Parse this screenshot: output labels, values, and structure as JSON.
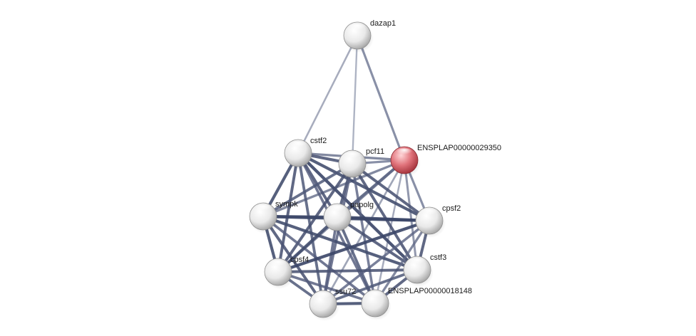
{
  "network": {
    "colors": {
      "background": "#ffffff",
      "node_default": "#f2f2f2",
      "node_query": "#d9484f",
      "label_text": "#1a1a1a",
      "edge_strong": "#2f3a5e",
      "edge_weak": "#aab0c4"
    },
    "nodes": [
      {
        "id": "dazap1",
        "label": "dazap1",
        "query": false
      },
      {
        "id": "cstf2",
        "label": "cstf2",
        "query": false
      },
      {
        "id": "pcf11",
        "label": "pcf11",
        "query": false
      },
      {
        "id": "ensplap29350",
        "label": "ENSPLAP00000029350",
        "query": true
      },
      {
        "id": "sympk",
        "label": "sympk",
        "query": false
      },
      {
        "id": "papolg",
        "label": "papolg",
        "query": false
      },
      {
        "id": "cpsf2",
        "label": "cpsf2",
        "query": false
      },
      {
        "id": "cpsf4",
        "label": "cpsf4",
        "query": false
      },
      {
        "id": "cstf3",
        "label": "cstf3",
        "query": false
      },
      {
        "id": "ssu72",
        "label": "ssu72",
        "query": false
      },
      {
        "id": "ensplap18148",
        "label": "ENSPLAP00000018148",
        "query": false
      }
    ],
    "edges": [
      {
        "source": "dazap1",
        "target": "cstf2",
        "confidence": 0.35
      },
      {
        "source": "dazap1",
        "target": "pcf11",
        "confidence": 0.3
      },
      {
        "source": "dazap1",
        "target": "ensplap29350",
        "confidence": 0.55
      },
      {
        "source": "ensplap29350",
        "target": "cstf2",
        "confidence": 0.6
      },
      {
        "source": "ensplap29350",
        "target": "pcf11",
        "confidence": 0.55
      },
      {
        "source": "ensplap29350",
        "target": "sympk",
        "confidence": 0.6
      },
      {
        "source": "ensplap29350",
        "target": "papolg",
        "confidence": 0.75
      },
      {
        "source": "ensplap29350",
        "target": "cpsf2",
        "confidence": 0.55
      },
      {
        "source": "ensplap29350",
        "target": "cpsf4",
        "confidence": 0.6
      },
      {
        "source": "ensplap29350",
        "target": "cstf3",
        "confidence": 0.5
      },
      {
        "source": "ensplap29350",
        "target": "ssu72",
        "confidence": 0.4
      },
      {
        "source": "ensplap29350",
        "target": "ensplap18148",
        "confidence": 0.35
      },
      {
        "source": "cstf2",
        "target": "pcf11",
        "confidence": 0.8
      },
      {
        "source": "cstf2",
        "target": "sympk",
        "confidence": 0.85
      },
      {
        "source": "cstf2",
        "target": "papolg",
        "confidence": 0.8
      },
      {
        "source": "cstf2",
        "target": "cpsf2",
        "confidence": 0.85
      },
      {
        "source": "cstf2",
        "target": "cpsf4",
        "confidence": 0.8
      },
      {
        "source": "cstf2",
        "target": "cstf3",
        "confidence": 0.9
      },
      {
        "source": "cstf2",
        "target": "ssu72",
        "confidence": 0.75
      },
      {
        "source": "cstf2",
        "target": "ensplap18148",
        "confidence": 0.7
      },
      {
        "source": "pcf11",
        "target": "sympk",
        "confidence": 0.75
      },
      {
        "source": "pcf11",
        "target": "papolg",
        "confidence": 0.8
      },
      {
        "source": "pcf11",
        "target": "cpsf2",
        "confidence": 0.8
      },
      {
        "source": "pcf11",
        "target": "cpsf4",
        "confidence": 0.8
      },
      {
        "source": "pcf11",
        "target": "cstf3",
        "confidence": 0.8
      },
      {
        "source": "pcf11",
        "target": "ssu72",
        "confidence": 0.7
      },
      {
        "source": "pcf11",
        "target": "ensplap18148",
        "confidence": 0.65
      },
      {
        "source": "sympk",
        "target": "papolg",
        "confidence": 0.85
      },
      {
        "source": "sympk",
        "target": "cpsf2",
        "confidence": 0.9
      },
      {
        "source": "sympk",
        "target": "cpsf4",
        "confidence": 0.85
      },
      {
        "source": "sympk",
        "target": "cstf3",
        "confidence": 0.85
      },
      {
        "source": "sympk",
        "target": "ssu72",
        "confidence": 0.8
      },
      {
        "source": "sympk",
        "target": "ensplap18148",
        "confidence": 0.7
      },
      {
        "source": "papolg",
        "target": "cpsf2",
        "confidence": 0.9
      },
      {
        "source": "papolg",
        "target": "cpsf4",
        "confidence": 0.85
      },
      {
        "source": "papolg",
        "target": "cstf3",
        "confidence": 0.8
      },
      {
        "source": "papolg",
        "target": "ssu72",
        "confidence": 0.7
      },
      {
        "source": "papolg",
        "target": "ensplap18148",
        "confidence": 0.75
      },
      {
        "source": "cpsf2",
        "target": "cpsf4",
        "confidence": 0.9
      },
      {
        "source": "cpsf2",
        "target": "cstf3",
        "confidence": 0.8
      },
      {
        "source": "cpsf2",
        "target": "ssu72",
        "confidence": 0.65
      },
      {
        "source": "cpsf2",
        "target": "ensplap18148",
        "confidence": 0.6
      },
      {
        "source": "cpsf4",
        "target": "cstf3",
        "confidence": 0.8
      },
      {
        "source": "cpsf4",
        "target": "ssu72",
        "confidence": 0.75
      },
      {
        "source": "cpsf4",
        "target": "ensplap18148",
        "confidence": 0.7
      },
      {
        "source": "cstf3",
        "target": "ssu72",
        "confidence": 0.75
      },
      {
        "source": "cstf3",
        "target": "ensplap18148",
        "confidence": 0.8
      },
      {
        "source": "ssu72",
        "target": "ensplap18148",
        "confidence": 0.85
      }
    ]
  }
}
